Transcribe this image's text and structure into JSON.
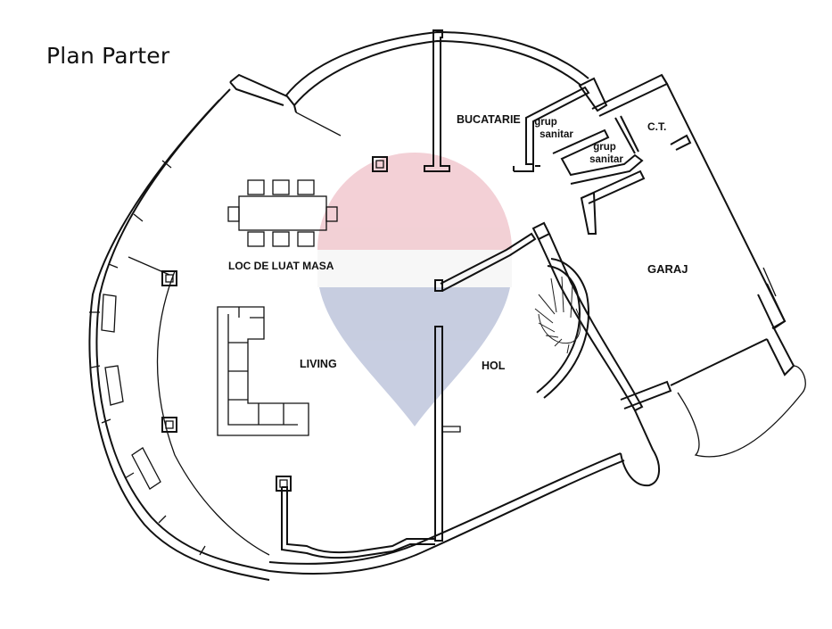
{
  "plan": {
    "title": "Plan Parter",
    "rooms": {
      "bucatarie": "BUCATARIE",
      "grup_sanitar_1": [
        "grup",
        "sanitar"
      ],
      "grup_sanitar_2": [
        "grup",
        "sanitar"
      ],
      "ct": "C.T.",
      "garaj": "GARAJ",
      "loc_de_luat_masa": "LOC DE LUAT MASA",
      "living": "LIVING",
      "hol": "HOL"
    }
  },
  "watermark": {
    "colors": [
      "#e9aab4",
      "#f4f4f4",
      "#9aa6c8"
    ]
  }
}
